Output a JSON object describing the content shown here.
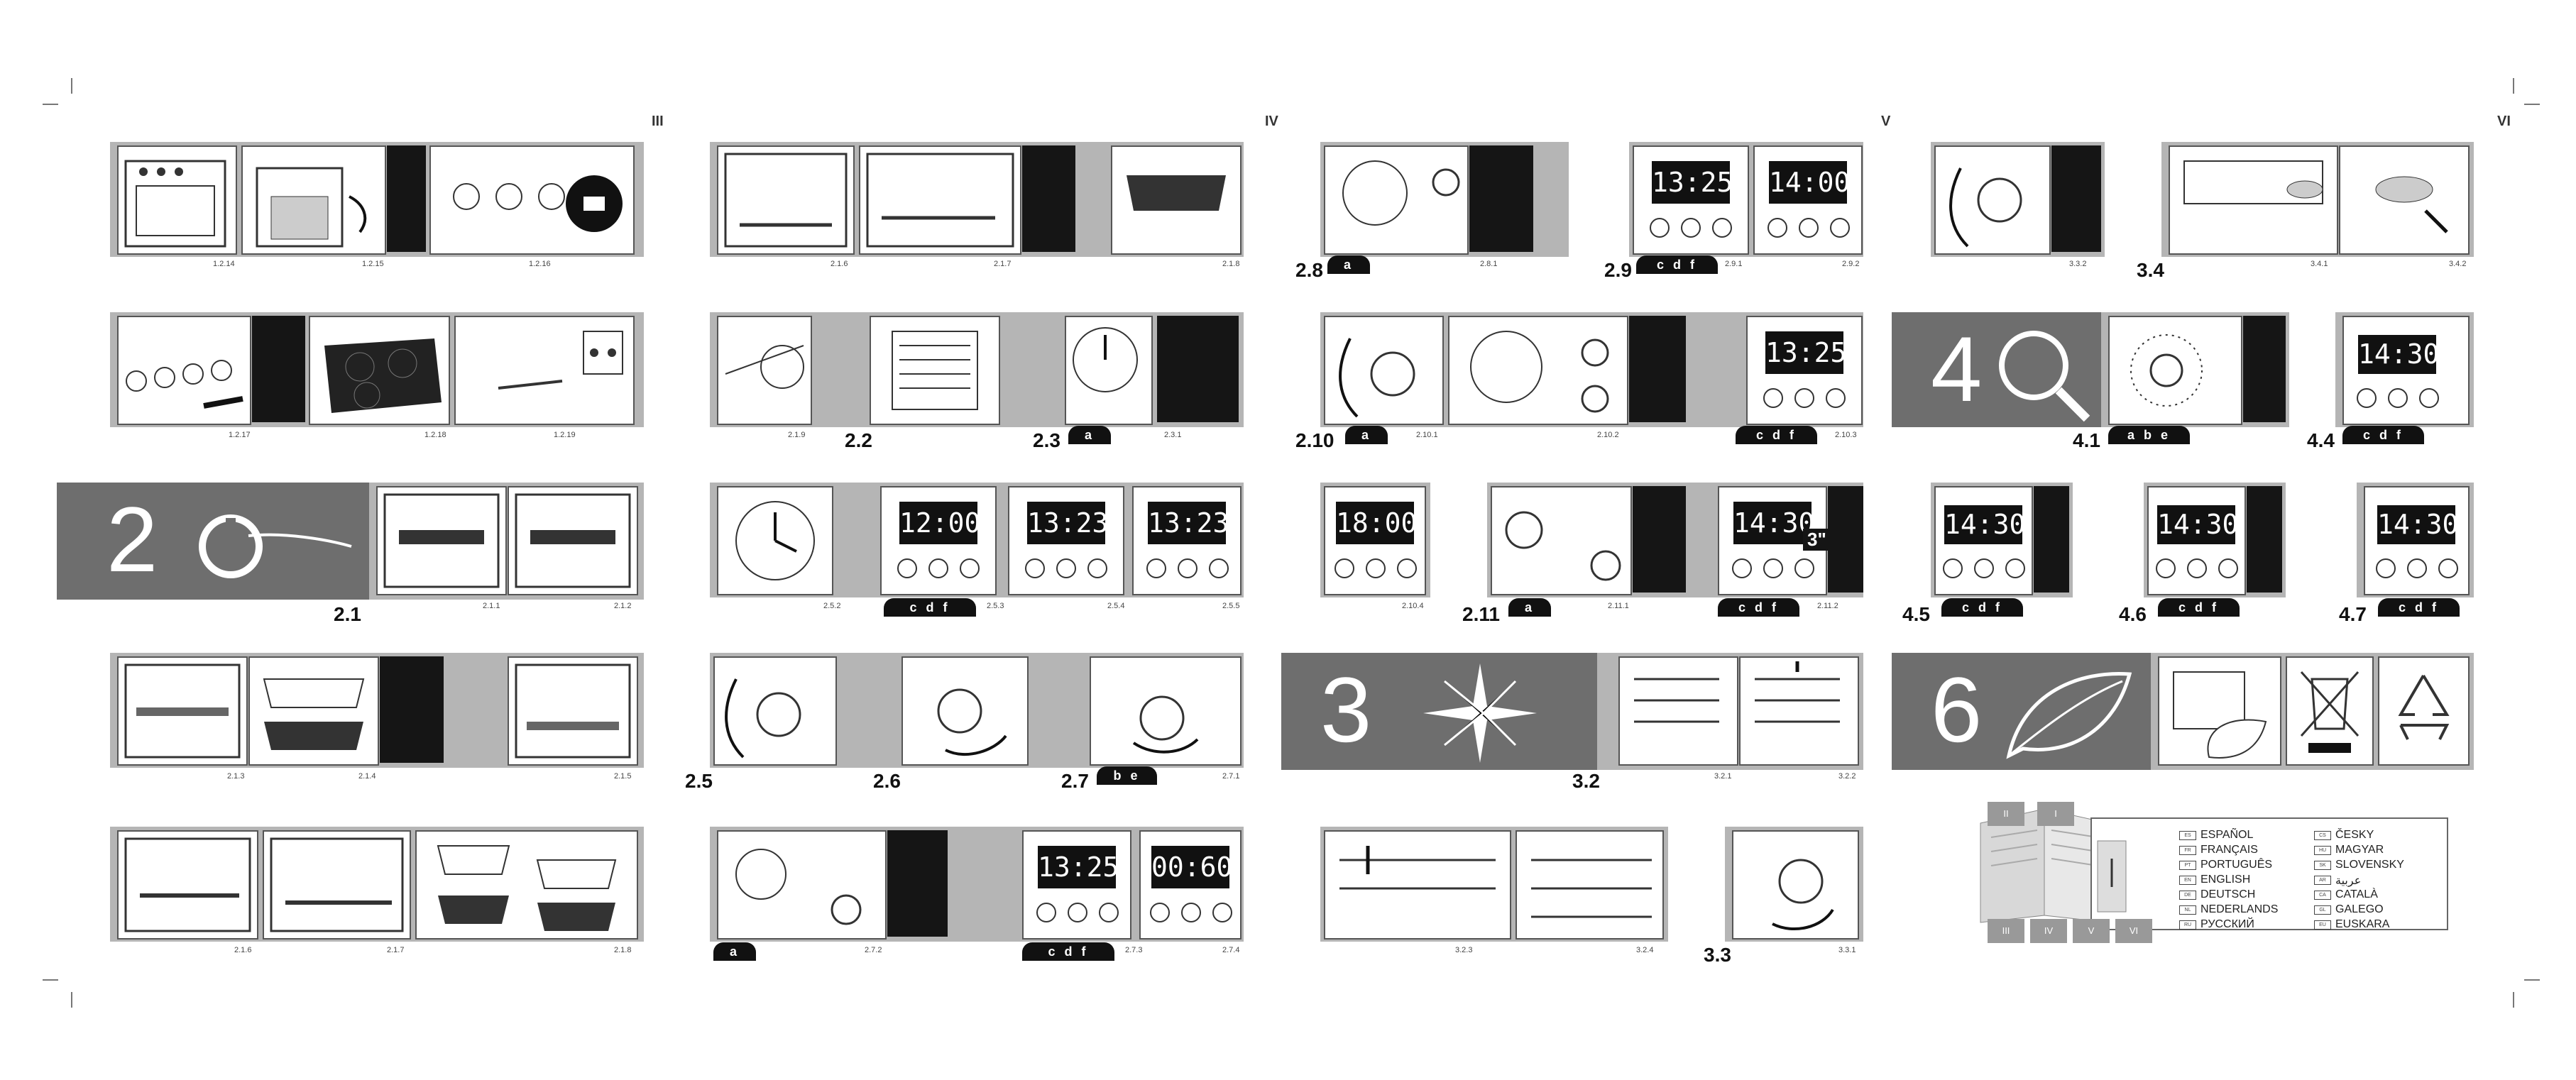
{
  "page_numbers": [
    "III",
    "IV",
    "V",
    "VI"
  ],
  "sections": {
    "s2": "2",
    "s3": "3",
    "s4": "4",
    "s6": "6"
  },
  "labels": {
    "l21": "2.1",
    "l22": "2.2",
    "l23": "2.3",
    "l25": "2.5",
    "l26": "2.6",
    "l27": "2.7",
    "l28": "2.8",
    "l29": "2.9",
    "l210": "2.10",
    "l211": "2.11",
    "l32": "3.2",
    "l33": "3.3",
    "l34": "3.4",
    "l41": "4.1",
    "l44": "4.4",
    "l45": "4.5",
    "l46": "4.6",
    "l47": "4.7"
  },
  "tabs": {
    "a": "a",
    "cdf": "c d f",
    "be": "b e",
    "abe": "a b e"
  },
  "captions": {
    "c1214": "1.2.14",
    "c1215": "1.2.15",
    "c1216": "1.2.16",
    "c1217": "1.2.17",
    "c1218": "1.2.18",
    "c1219": "1.2.19",
    "c211": "2.1.1",
    "c212": "2.1.2",
    "c213": "2.1.3",
    "c214": "2.1.4",
    "c215": "2.1.5",
    "c216": "2.1.6",
    "c217": "2.1.7",
    "c218": "2.1.8",
    "c216b": "2.1.6",
    "c217b": "2.1.7",
    "c218b": "2.1.8",
    "c219": "2.1.9",
    "c231": "2.3.1",
    "c252": "2.5.2",
    "c253": "2.5.3",
    "c254": "2.5.4",
    "c255": "2.5.5",
    "c271": "2.7.1",
    "c272": "2.7.2",
    "c273": "2.7.3",
    "c274": "2.7.4",
    "c281": "2.8.1",
    "c291": "2.9.1",
    "c292": "2.9.2",
    "c2101": "2.10.1",
    "c2102": "2.10.2",
    "c2103": "2.10.3",
    "c2104": "2.10.4",
    "c2111": "2.11.1",
    "c2112": "2.11.2",
    "c321": "3.2.1",
    "c322": "3.2.2",
    "c323": "3.2.3",
    "c324": "3.2.4",
    "c331": "3.3.1",
    "c332": "3.3.2",
    "c341": "3.4.1",
    "c342": "3.4.2"
  },
  "displays": {
    "d1": "12:00",
    "d2": "13:23",
    "d3": "13:23",
    "d4": "13:25",
    "d5": "14:00",
    "d6": "13:25",
    "d7": "18:00",
    "d8": "14:30",
    "d9": "13:25",
    "d10": "00:60",
    "d11": "14:30",
    "d12": "14:30",
    "d13": "14:30",
    "d14": "14:30"
  },
  "timer_badge": "3\"",
  "languages_left": [
    {
      "code": "ES",
      "name": "ESPAÑOL"
    },
    {
      "code": "FR",
      "name": "FRANÇAIS"
    },
    {
      "code": "PT",
      "name": "PORTUGUÊS"
    },
    {
      "code": "EN",
      "name": "ENGLISH"
    },
    {
      "code": "DE",
      "name": "DEUTSCH"
    },
    {
      "code": "NL",
      "name": "NEDERLANDS"
    },
    {
      "code": "RU",
      "name": "РУССКИЙ"
    }
  ],
  "languages_right": [
    {
      "code": "CS",
      "name": "ČESKY"
    },
    {
      "code": "HU",
      "name": "MAGYAR"
    },
    {
      "code": "SK",
      "name": "SLOVENSKY"
    },
    {
      "code": "AR",
      "name": "عربية"
    },
    {
      "code": "CA",
      "name": "CATALÀ"
    },
    {
      "code": "GL",
      "name": "GALEGO"
    },
    {
      "code": "EU",
      "name": "EUSKARA"
    }
  ],
  "booklet_tabs": [
    "III",
    "IV",
    "V",
    "VI"
  ],
  "booklet_top_tabs": [
    "II",
    "I"
  ]
}
